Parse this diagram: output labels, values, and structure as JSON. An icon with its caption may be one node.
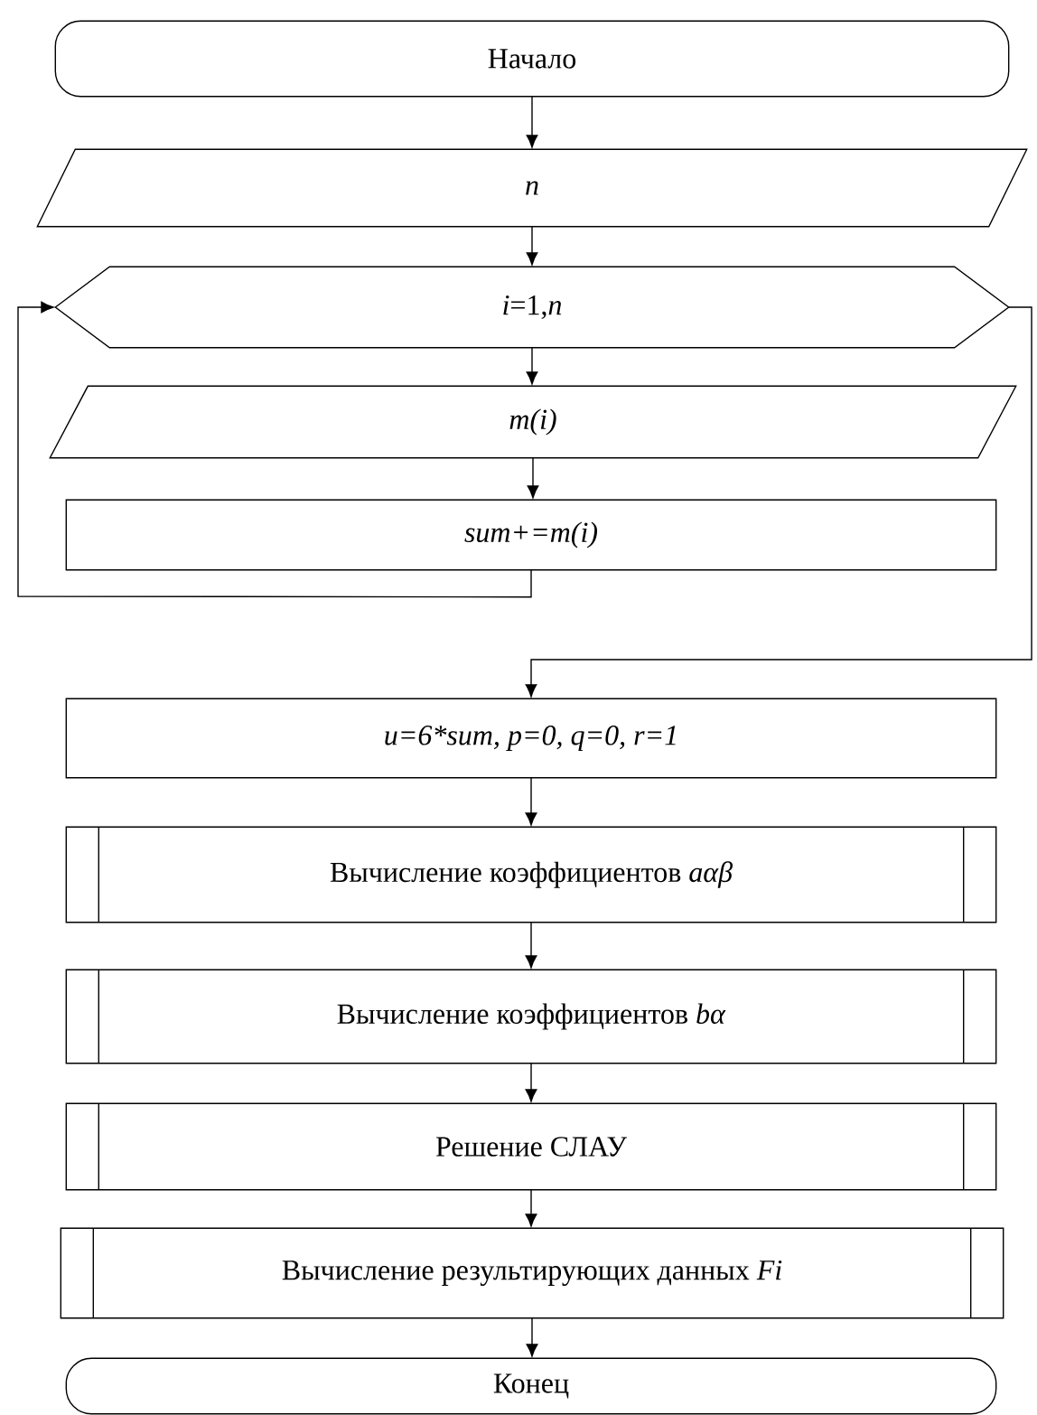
{
  "diagram": {
    "nodes": [
      {
        "text": [
          "Начало"
        ]
      },
      {
        "text": [
          "n"
        ]
      },
      {
        "text": [
          "*i*=1,*n*"
        ]
      },
      {
        "text": [
          "m(i)"
        ]
      },
      {
        "text": [
          "sum+=m(i)"
        ]
      },
      {
        "text": [
          "u=6*sum, p=0, q=0, r=1"
        ]
      },
      {
        "text": [
          "Вычисление коэффициентов *aαβ*"
        ]
      },
      {
        "text": [
          "Вычисление коэффициентов *bα*"
        ]
      },
      {
        "text": [
          "Решение СЛАУ"
        ]
      },
      {
        "text": [
          "Вычисление результирующих данных *Fi*"
        ]
      },
      {
        "text": [
          "Конец"
        ]
      }
    ],
    "edges": [
      {
        "from": 0,
        "to": 1,
        "arrow": "to"
      },
      {
        "from": 1,
        "to": 2,
        "arrow": "to"
      },
      {
        "from": 2,
        "to": 3,
        "arrow": "to"
      },
      {
        "from": 3,
        "to": 4,
        "arrow": "to"
      },
      {
        "from": 4,
        "to": 2,
        "arrow": "to"
      },
      {
        "from": 2,
        "to": 5,
        "arrow": "to"
      },
      {
        "from": 5,
        "to": 6,
        "arrow": "to"
      },
      {
        "from": 6,
        "to": 7,
        "arrow": "to"
      },
      {
        "from": 7,
        "to": 8,
        "arrow": "to"
      },
      {
        "from": 8,
        "to": 9,
        "arrow": "to"
      },
      {
        "from": 9,
        "to": 10,
        "arrow": "to"
      }
    ]
  }
}
